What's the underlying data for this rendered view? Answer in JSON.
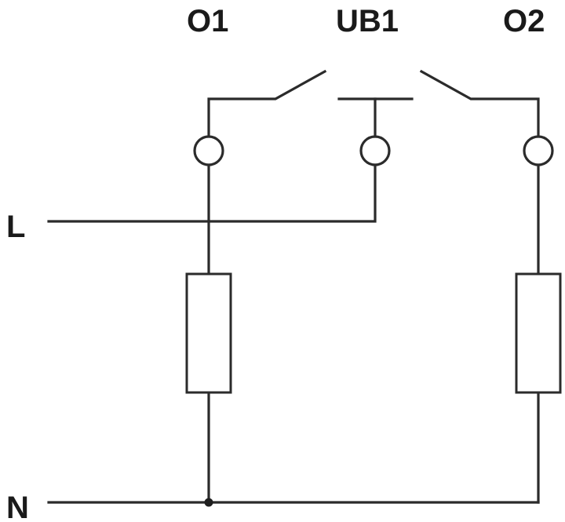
{
  "labels": {
    "o1": "O1",
    "ub1": "UB1",
    "o2": "O2",
    "line": "L",
    "neutral": "N"
  },
  "colors": {
    "ink": "#2b2b2b",
    "background": "#ffffff"
  }
}
